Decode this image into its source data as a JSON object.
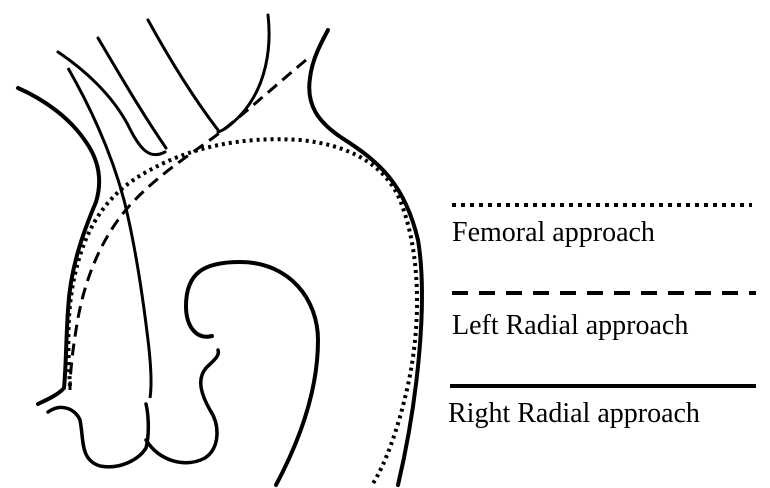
{
  "legend": {
    "items": [
      {
        "label": "Femoral approach",
        "line_style": "dotted"
      },
      {
        "label": "Left Radial approach",
        "line_style": "dashed"
      },
      {
        "label": "Right Radial approach",
        "line_style": "solid"
      }
    ]
  },
  "colors": {
    "background": "#ffffff",
    "ink": "#000000"
  }
}
